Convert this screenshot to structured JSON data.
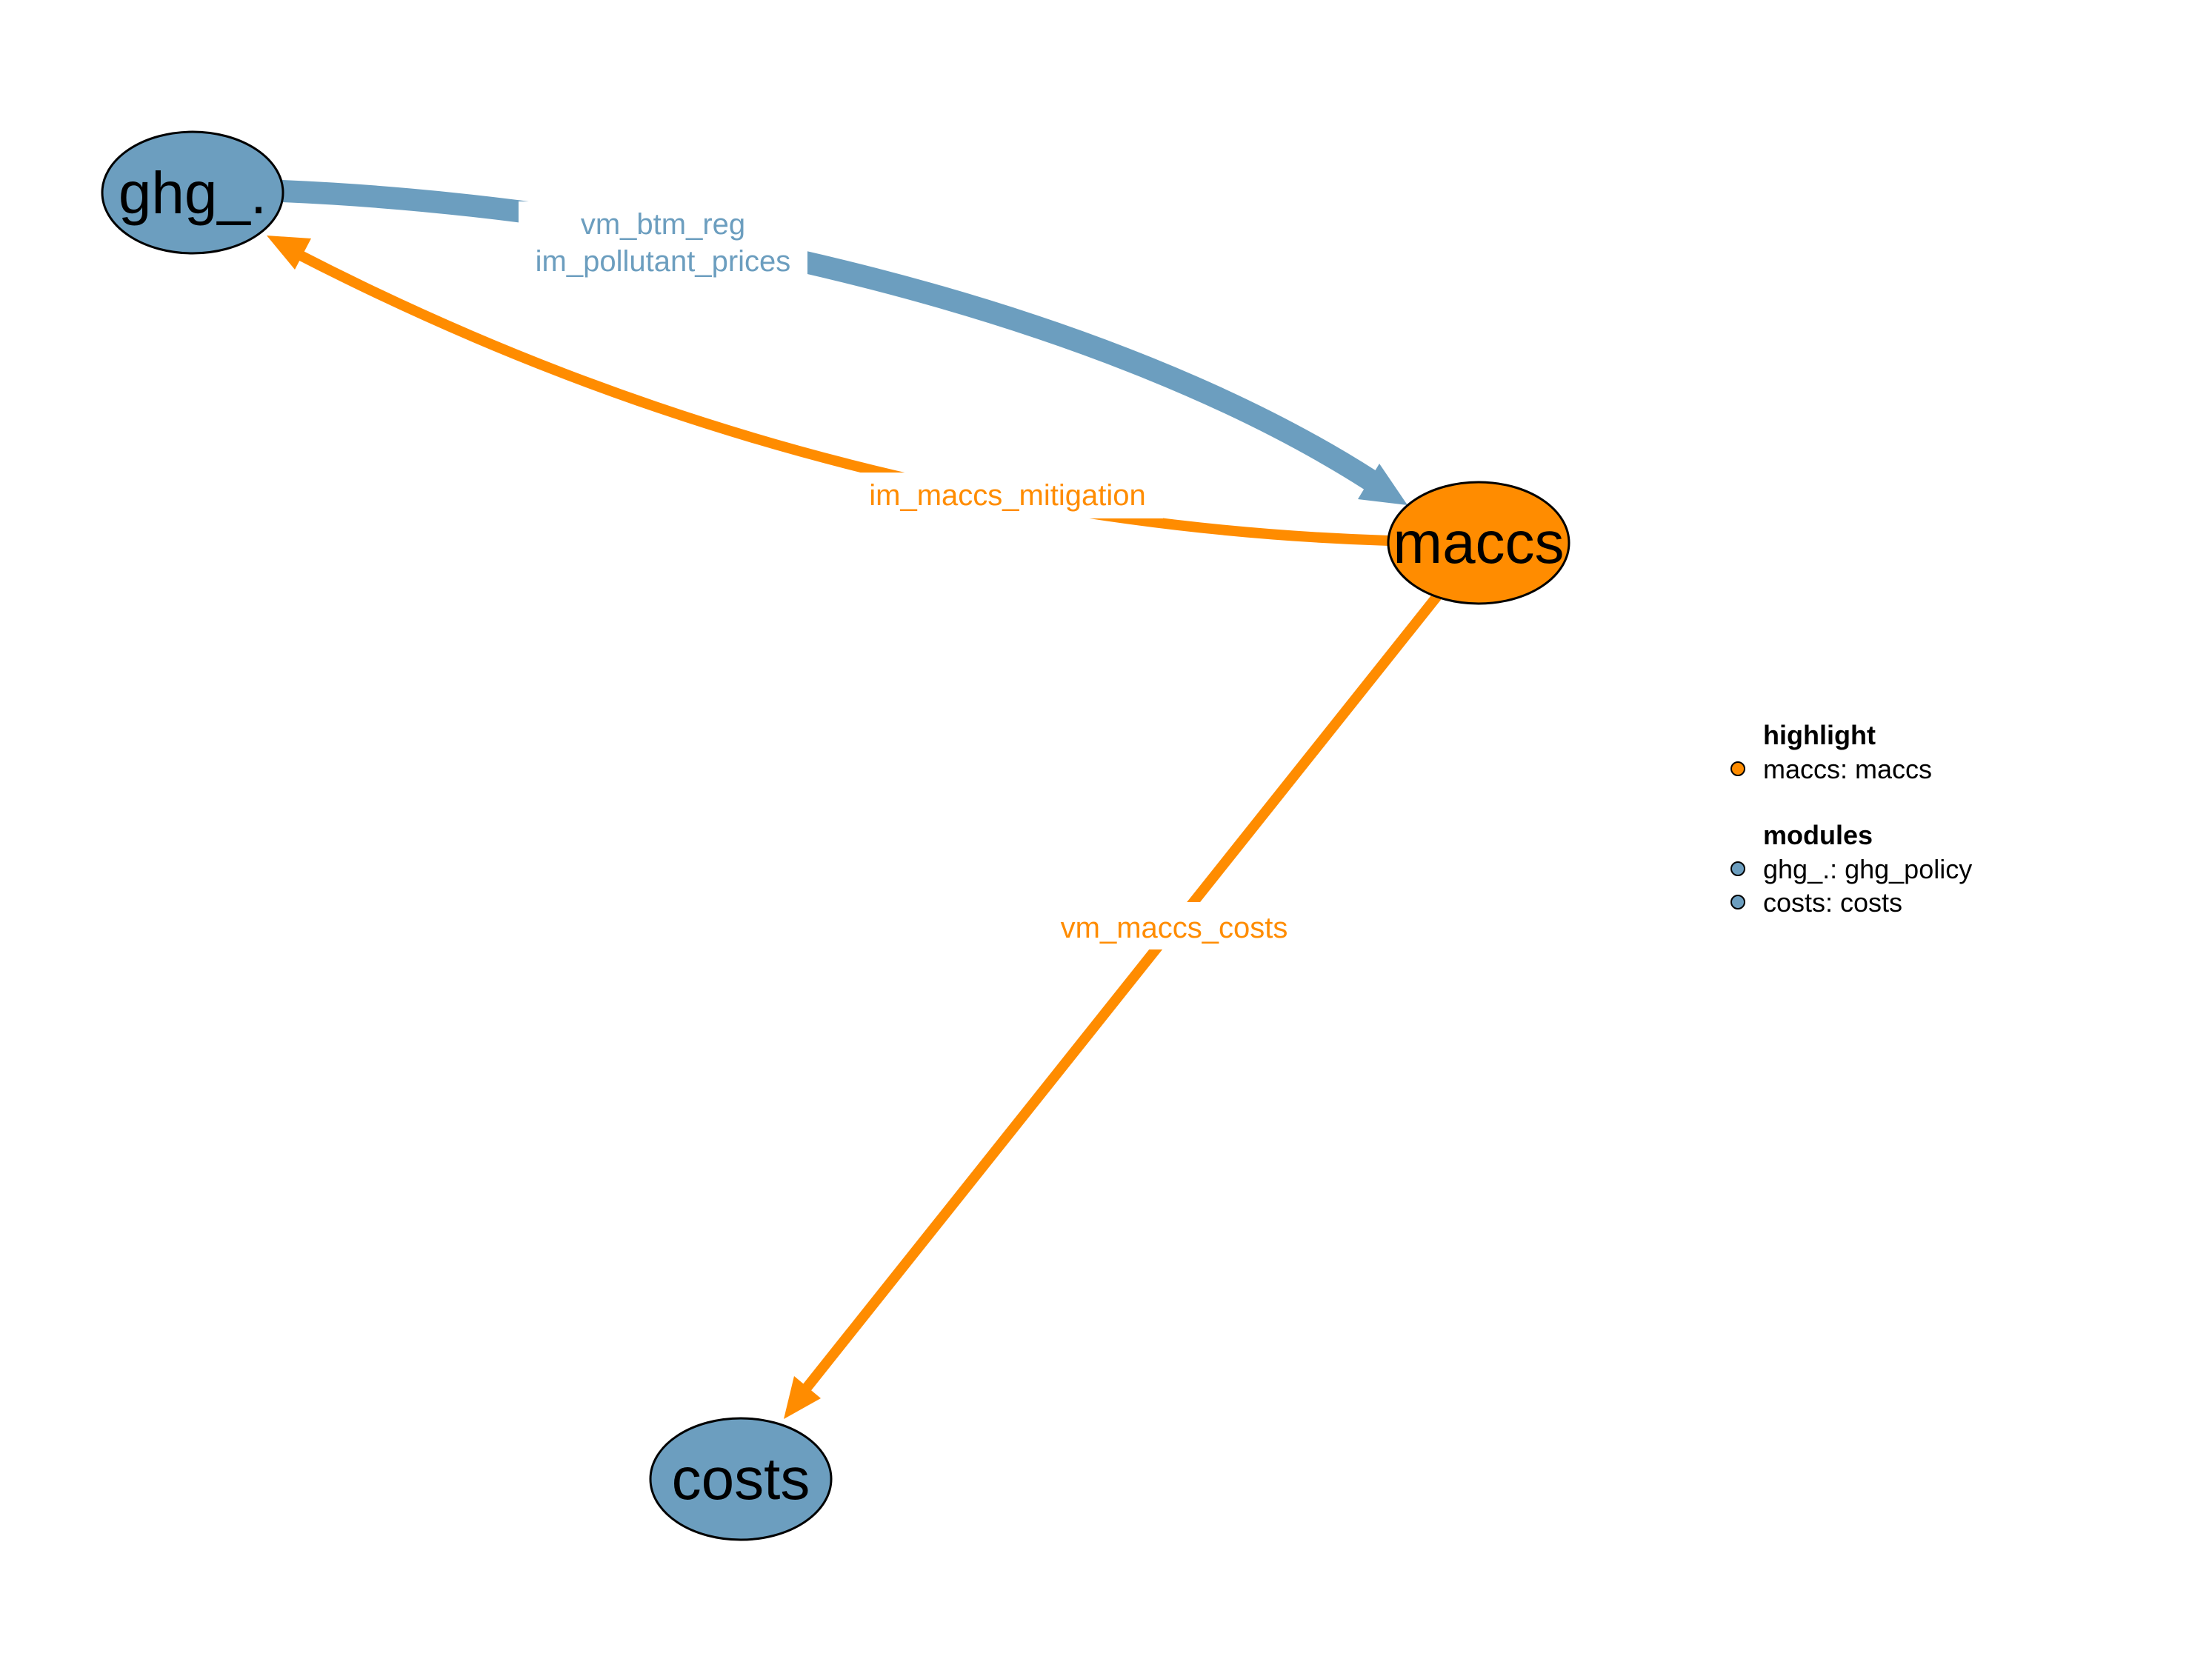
{
  "colors": {
    "highlight": "#ff8c00",
    "module": "#6c9ebf",
    "outline": "#000000",
    "background": "#ffffff"
  },
  "nodes": {
    "ghg": {
      "label": "ghg_."
    },
    "maccs": {
      "label": "maccs"
    },
    "costs": {
      "label": "costs"
    }
  },
  "edges": {
    "ghg_to_maccs": {
      "label_line1": "vm_btm_reg",
      "label_line2": "im_pollutant_prices"
    },
    "maccs_to_ghg": {
      "label": "im_maccs_mitigation"
    },
    "maccs_to_costs": {
      "label": "vm_maccs_costs"
    }
  },
  "legend": {
    "highlight_title": "highlight",
    "highlight_items": [
      "maccs: maccs"
    ],
    "modules_title": "modules",
    "modules_items": [
      "ghg_.: ghg_policy",
      "costs: costs"
    ]
  }
}
